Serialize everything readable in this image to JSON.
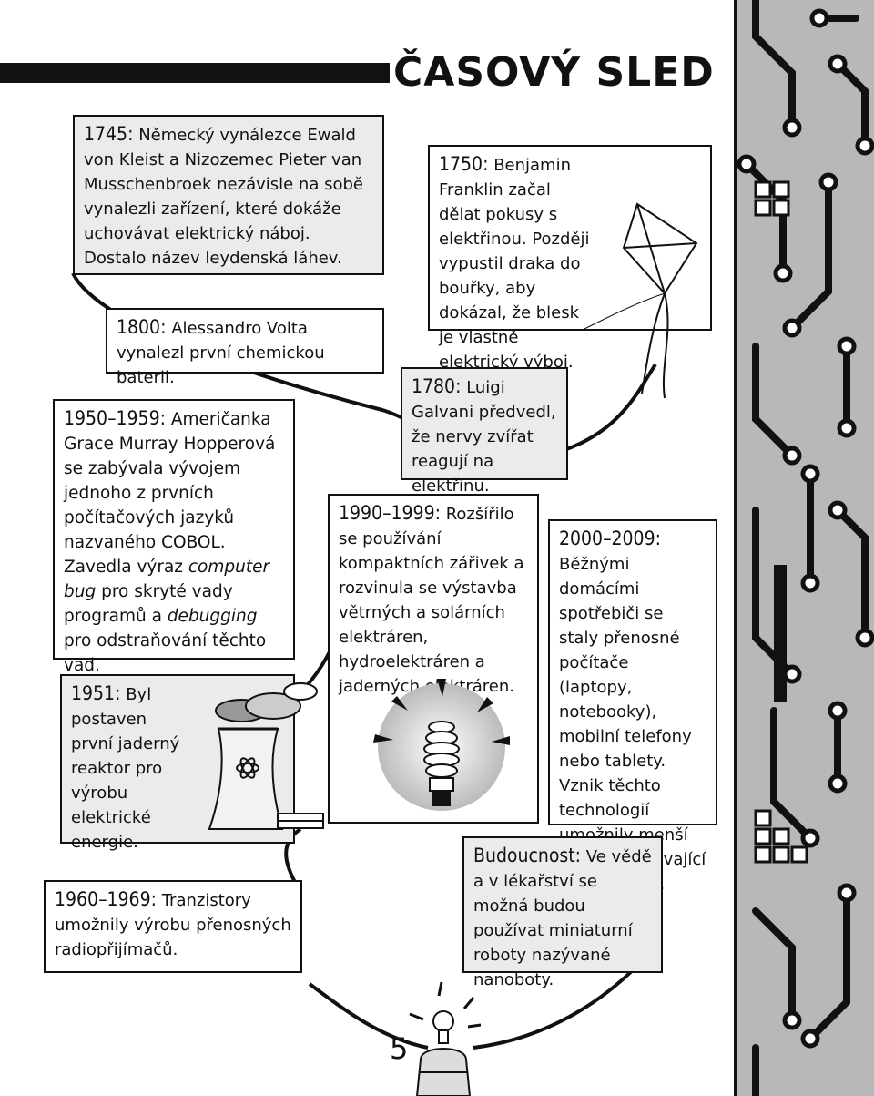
{
  "title": "ČASOVÝ SLED",
  "page_number": "5",
  "events": {
    "e1745": {
      "year": "1745:",
      "text": "Německý vynálezce Ewald von Kleist a Nizozemec Pieter van Musschenbroek nezávisle na sobě vynalezli zařízení, které dokáže uchovávat elektrický náboj. Dostalo název leydenská láhev."
    },
    "e1800": {
      "year": "1800:",
      "text": "Alessandro Volta vynalezl první chemickou baterii."
    },
    "e1950": {
      "year": "1950–1959:",
      "text_a": "Američanka Grace Murray Hopperová se zabývala vývojem jednoho z prvních počítačových jazyků nazvaného COBOL. Zavedla výraz",
      "term1": "computer bug",
      "text_b": "pro skryté vady programů a",
      "term2": "debugging",
      "text_c": "pro odstraňování těchto vad."
    },
    "e1951": {
      "year": "1951:",
      "text": "Byl postaven první jaderný reaktor pro výrobu elektrické energie."
    },
    "e1960": {
      "year": "1960–1969:",
      "text": "Tranzistory umožnily výrobu přenosných radiopřijímačů."
    },
    "e1750": {
      "year": "1750:",
      "text": "Benjamin Franklin začal dělat pokusy s elektřinou. Později vypustil draka do bouřky, aby dokázal, že blesk je vlastně elektrický výboj."
    },
    "e1780": {
      "year": "1780:",
      "text": "Luigi Galvani předvedl, že nervy zvířat reagují na elektřinu."
    },
    "e1990": {
      "year": "1990–1999:",
      "text": "Rozšířilo se používání kompaktních zářivek a rozvinula se výstavba větrných a solárních elektráren, hydroelektráren a jaderných elektráren."
    },
    "e2000": {
      "year": "2000–2009:",
      "text": "Běžnými domácími spotřebiči se staly přenosné počítače (laptopy, notebooky), mobilní telefony nebo tablety. Vznik těchto technologií umožnily menší baterie dodávající více energie."
    },
    "future": {
      "year": "Budoucnost:",
      "text": "Ve vědě a v lékařství se možná budou používat miniaturní roboty nazývané nanoboty."
    }
  },
  "colors": {
    "ink": "#111111",
    "box_gray": "#ebebeb",
    "panel": "#b8b8b8"
  },
  "icons": [
    "kite-icon",
    "cooling-tower-icon",
    "light-bulb-icon",
    "circuit-panel",
    "bulb-lamp-icon"
  ]
}
